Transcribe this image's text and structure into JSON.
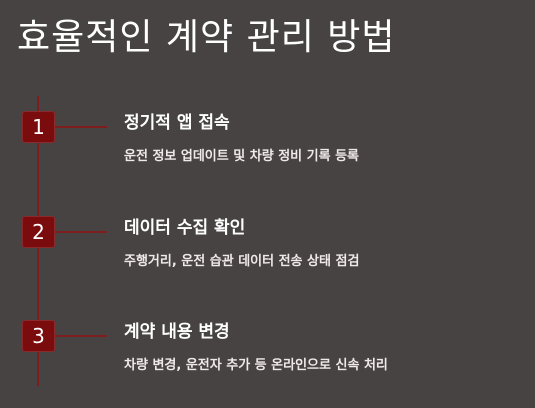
{
  "title": "효율적인 계약 관리 방법",
  "colors": {
    "background": "#464342",
    "accent": "#7a0c0e",
    "line": "#7d1d1e",
    "text": "#ffffff"
  },
  "steps": [
    {
      "number": "1",
      "title": "정기적 앱 접속",
      "description": "운전 정보 업데이트 및 차량 정비 기록 등록"
    },
    {
      "number": "2",
      "title": "데이터 수집 확인",
      "description": "주행거리, 운전 습관 데이터 전송 상태 점검"
    },
    {
      "number": "3",
      "title": "계약 내용 변경",
      "description": "차량 변경, 운전자 추가 등 온라인으로 신속 처리"
    }
  ]
}
